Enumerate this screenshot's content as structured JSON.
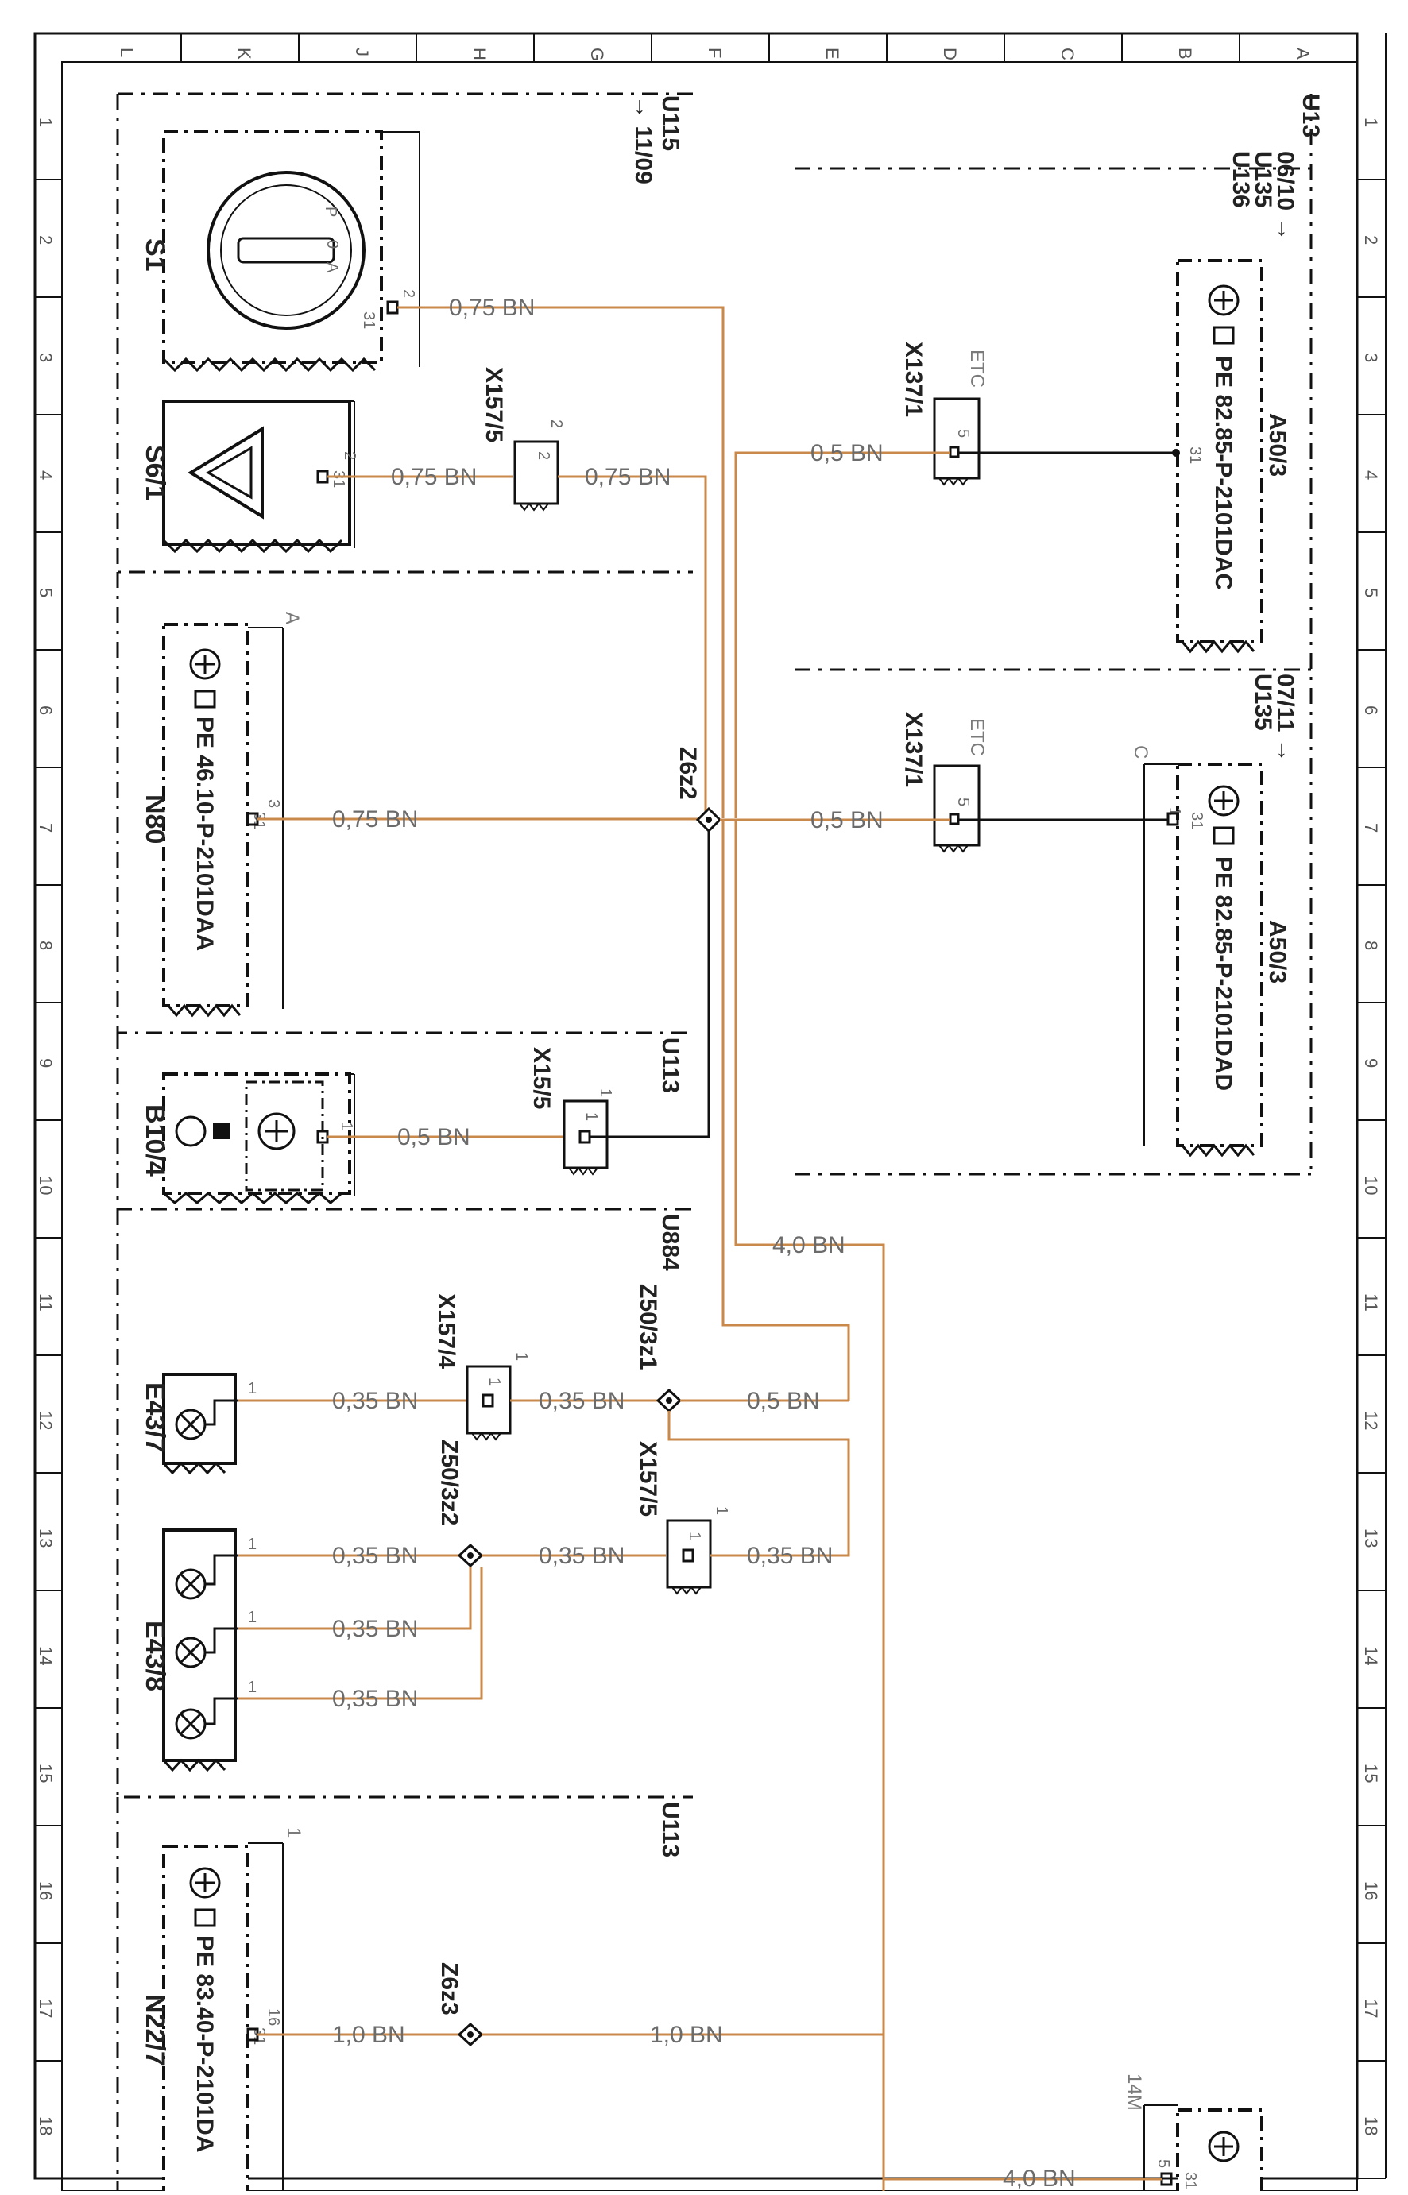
{
  "grid": {
    "top_letters": [
      "L",
      "K",
      "J",
      "H",
      "G",
      "F",
      "E",
      "D",
      "C",
      "B",
      "A"
    ],
    "side_numbers": [
      "1",
      "2",
      "3",
      "4",
      "5",
      "6",
      "7",
      "8",
      "9",
      "10",
      "11",
      "12",
      "13",
      "14",
      "15",
      "16",
      "17",
      "18"
    ]
  },
  "frames": {
    "u115": "U115",
    "u115_ref": "→ 11/09",
    "u13": "U13",
    "u13_ref": "06/10 →",
    "u135_a": "U135",
    "u136": "U136",
    "u135_b": "U135",
    "u135_ref": "07/11 →",
    "u113_a": "U113",
    "u884": "U884",
    "u113_b": "U113"
  },
  "components": {
    "s1": "S1",
    "s6_1": "S6/1",
    "n80": "N80",
    "n80_pe": "PE 46.10-P-2101DAA",
    "b10_4": "B10/4",
    "e43_7": "E43/7",
    "e43_8": "E43/8",
    "n22_7": "N22/7",
    "n22_7_pe": "PE 83.40-P-2101DA",
    "a50_3_top": "A50/3",
    "a50_3_top_pe": "PE 82.85-P-2101DAC",
    "a50_3_bottom": "A50/3",
    "a50_3_bottom_pe": "PE 82.85-P-2101DAD"
  },
  "connectors": {
    "x157_5_top": "X157/5",
    "x137_1_top": "X137/1",
    "x137_1_mid": "X137/1",
    "x15_5": "X15/5",
    "x157_4": "X157/4",
    "x157_5_bottom": "X157/5",
    "etc_a": "ETC",
    "etc_b": "ETC"
  },
  "splices": {
    "z6z2": "Z6z2",
    "z50_3z1": "Z50/3z1",
    "z50_3z2": "Z50/3z2",
    "z6z3": "Z6z3"
  },
  "wires": {
    "w_s1": "0,75 BN",
    "w_s6_left": "0,75 BN",
    "w_s6_right": "0,75 BN",
    "w_a50_top": "0,5 BN",
    "w_n80": "0,75 BN",
    "w_a50_mid": "0,5 BN",
    "w_b10": "0,5 BN",
    "w_trunk": "4,0 BN",
    "w_e43_7_left": "0,35 BN",
    "w_e43_7_right": "0,35 BN",
    "w_z50_1": "0,5 BN",
    "w_e43_8_a": "0,35 BN",
    "w_e43_8_mid": "0,35 BN",
    "w_x157_5b": "0,35 BN",
    "w_e43_8_b": "0,35 BN",
    "w_e43_8_c": "0,35 BN",
    "w_n22_left": "1,0 BN",
    "w_n22_right": "1,0 BN",
    "w_bottom": "4,0 BN"
  },
  "pins": {
    "s1_pin": "2",
    "s1_num": "31",
    "s6_pin": "2",
    "s6_num": "31",
    "x157_5_pin": "2",
    "x157_5_pin_b": "2",
    "x137_pin": "5",
    "a50_top_31": "31",
    "n80_pin": "3",
    "n80_31": "31",
    "n80_ref": "A",
    "x137_mid_pin": "5",
    "a50_mid_pin": "1",
    "a50_mid_31": "31",
    "a50_mid_ref": "C",
    "x15_5_pin": "1",
    "x15_5_pin_b": "1",
    "b10_pin": "1",
    "e43_7_pin": "1",
    "x157_4_pin": "1",
    "x157_4_pin_b": "1",
    "x157_5b_pin": "1",
    "x157_5b_pin_b": "1",
    "e43_8_pin_a": "1",
    "e43_8_pin_b": "1",
    "e43_8_pin_c": "1",
    "n22_pin": "16",
    "n22_31": "31",
    "n22_ref": "1",
    "bottom_14m": "14M",
    "bottom_pin": "5",
    "bottom_31": "31"
  },
  "switch_symbols": {
    "s1_p": "P",
    "s1_0": "0",
    "s1_a": "A"
  },
  "colors": {
    "wire_brown": "#c8894a",
    "ink": "#111111"
  }
}
